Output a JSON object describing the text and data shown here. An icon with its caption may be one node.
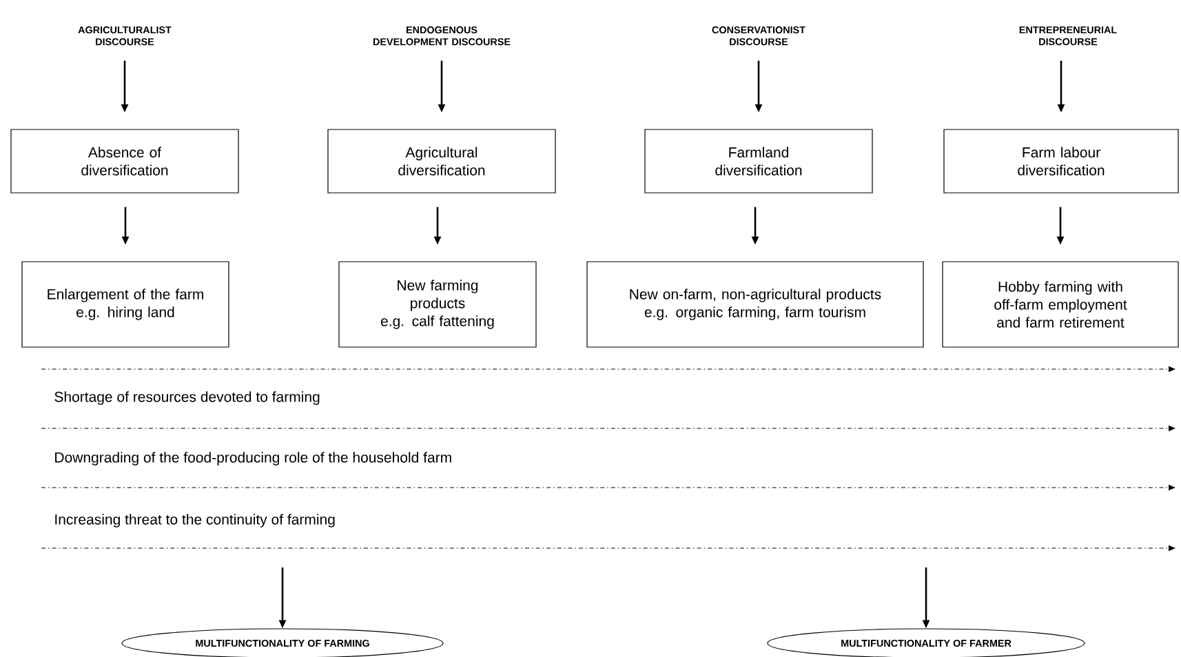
{
  "diagram": {
    "nodes": [
      {
        "text": [
          "AGRICULTURALIST DISCOURSE"
        ]
      },
      {
        "text": [
          "ENDOGENOUS DEVELOPMENT DISCOURSE"
        ]
      },
      {
        "text": [
          "CONSERVATIONIST DISCOURSE"
        ]
      },
      {
        "text": [
          "ENTREPRENEURIAL DISCOURSE"
        ]
      },
      {
        "text": [
          "Absence of diversification"
        ]
      },
      {
        "text": [
          "Agricultural diversification"
        ]
      },
      {
        "text": [
          "Farmland diversification"
        ]
      },
      {
        "text": [
          "Farm labour diversification"
        ]
      },
      {
        "text": [
          "Enlargement of the farm",
          "e.g. hiring land"
        ]
      },
      {
        "text": [
          "New farming products",
          "e.g. calf fattening"
        ]
      },
      {
        "text": [
          "New on-farm, non-agricultural products e.g. organic farming, farm tourism"
        ]
      },
      {
        "text": [
          "Hobby farming with off-farm employment and farm retirement"
        ]
      },
      {
        "text": [
          "MULTIFUNCTIONALITY OF FARMING"
        ]
      },
      {
        "text": [
          "MULTIFUNCTIONALITY OF FARMER"
        ]
      }
    ],
    "edges": [
      {
        "from": 0,
        "to": 4,
        "arrow": "to"
      },
      {
        "from": 1,
        "to": 5,
        "arrow": "to"
      },
      {
        "from": 2,
        "to": 6,
        "arrow": "to"
      },
      {
        "from": 3,
        "to": 7,
        "arrow": "to"
      },
      {
        "from": 4,
        "to": 8,
        "arrow": "to"
      },
      {
        "from": 5,
        "to": 9,
        "arrow": "to"
      },
      {
        "from": 6,
        "to": 10,
        "arrow": "to"
      },
      {
        "from": 7,
        "to": 11,
        "arrow": "to"
      },
      {
        "from": null,
        "to": 12,
        "arrow": "to"
      },
      {
        "from": null,
        "to": 13,
        "arrow": "to"
      }
    ],
    "labels": [
      "Shortage of resources devoted to farming",
      "Downgrading of the food-producing role of the household farm",
      "Increasing threat to the continuity of farming"
    ]
  }
}
